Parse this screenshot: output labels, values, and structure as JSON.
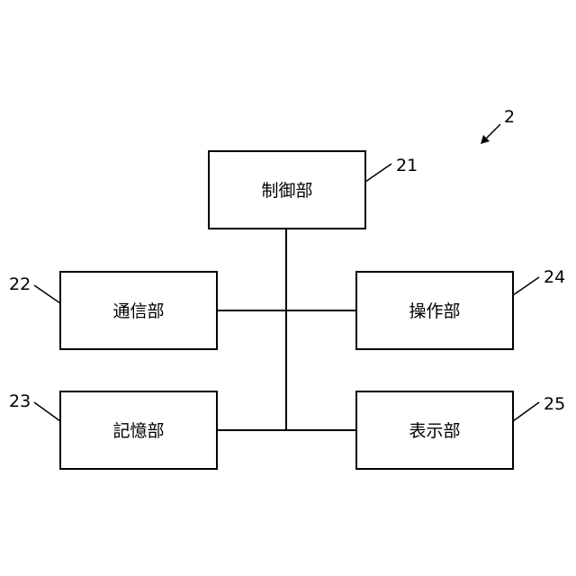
{
  "diagram": {
    "system_ref": "2",
    "blocks": {
      "control": {
        "label": "制御部",
        "ref": "21"
      },
      "communication": {
        "label": "通信部",
        "ref": "22"
      },
      "storage": {
        "label": "記憶部",
        "ref": "23"
      },
      "operation": {
        "label": "操作部",
        "ref": "24"
      },
      "display": {
        "label": "表示部",
        "ref": "25"
      }
    },
    "colors": {
      "line": "#000000",
      "background": "#ffffff"
    }
  }
}
